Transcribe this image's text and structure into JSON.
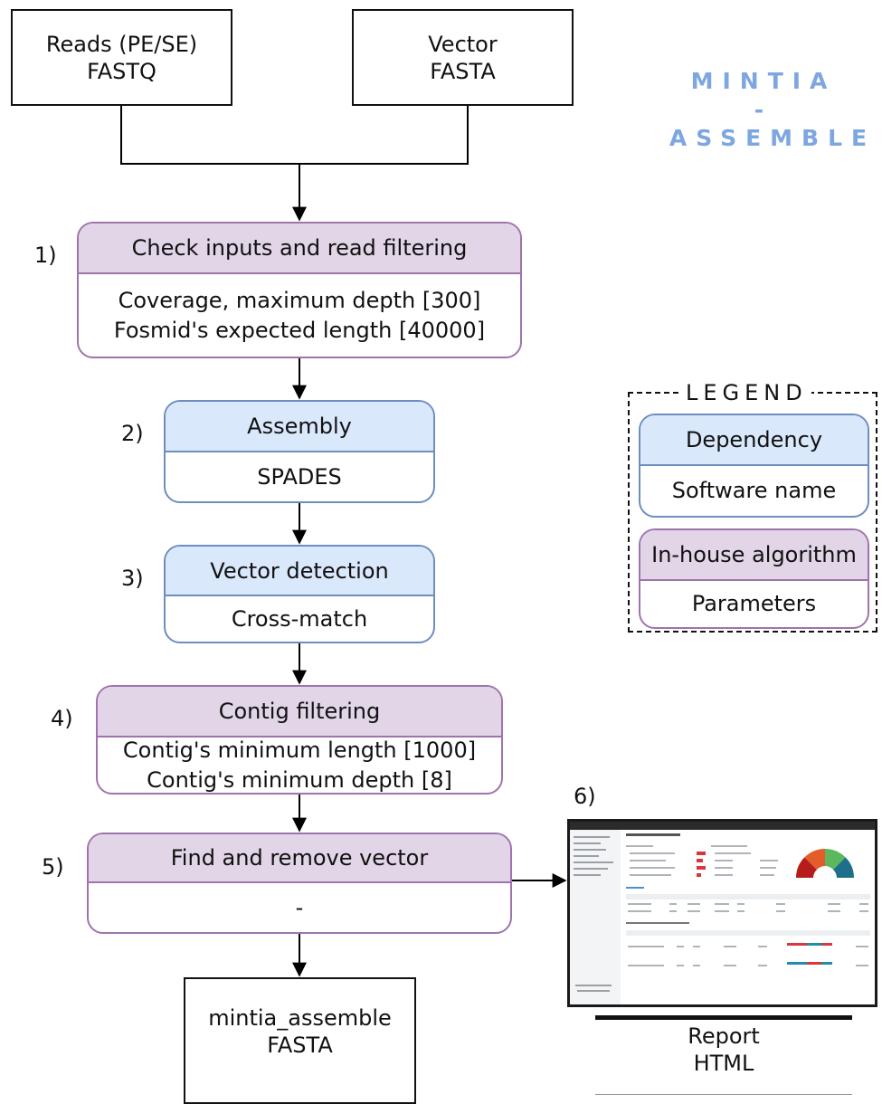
{
  "inputs": {
    "reads": {
      "line1": "Reads (PE/SE)",
      "line2": "FASTQ"
    },
    "vector": {
      "line1": "Vector",
      "line2": "FASTA"
    }
  },
  "title": {
    "line1": "MINTIA",
    "line2": "-",
    "line3": "ASSEMBLE"
  },
  "steps": [
    {
      "number": "1)",
      "header": "Check inputs and read filtering",
      "body": [
        "Coverage, maximum depth [300]",
        "Fosmid's expected length [40000]"
      ]
    },
    {
      "number": "2)",
      "header": "Assembly",
      "body": [
        "SPADES"
      ]
    },
    {
      "number": "3)",
      "header": "Vector detection",
      "body": [
        "Cross-match"
      ]
    },
    {
      "number": "4)",
      "header": "Contig filtering",
      "body": [
        "Contig's minimum length [1000]",
        "Contig's minimum depth [8]"
      ]
    },
    {
      "number": "5)",
      "header": "Find and remove vector",
      "body": [
        "-"
      ]
    }
  ],
  "output": {
    "line1": "mintia_assemble",
    "line2": "FASTA"
  },
  "report": {
    "number": "6)",
    "caption_line1": "Report",
    "caption_line2": "HTML"
  },
  "legend": {
    "title": "LEGEND",
    "dependency": {
      "header": "Dependency",
      "body": "Software name"
    },
    "inhouse": {
      "header": "In-house algorithm",
      "body": "Parameters"
    }
  },
  "colors": {
    "purple_fill": "#e1d5e7",
    "purple_stroke": "#9f74ad",
    "blue_fill": "#dae8fc",
    "blue_stroke": "#6d8ebf",
    "title": "#7ea6e0"
  }
}
